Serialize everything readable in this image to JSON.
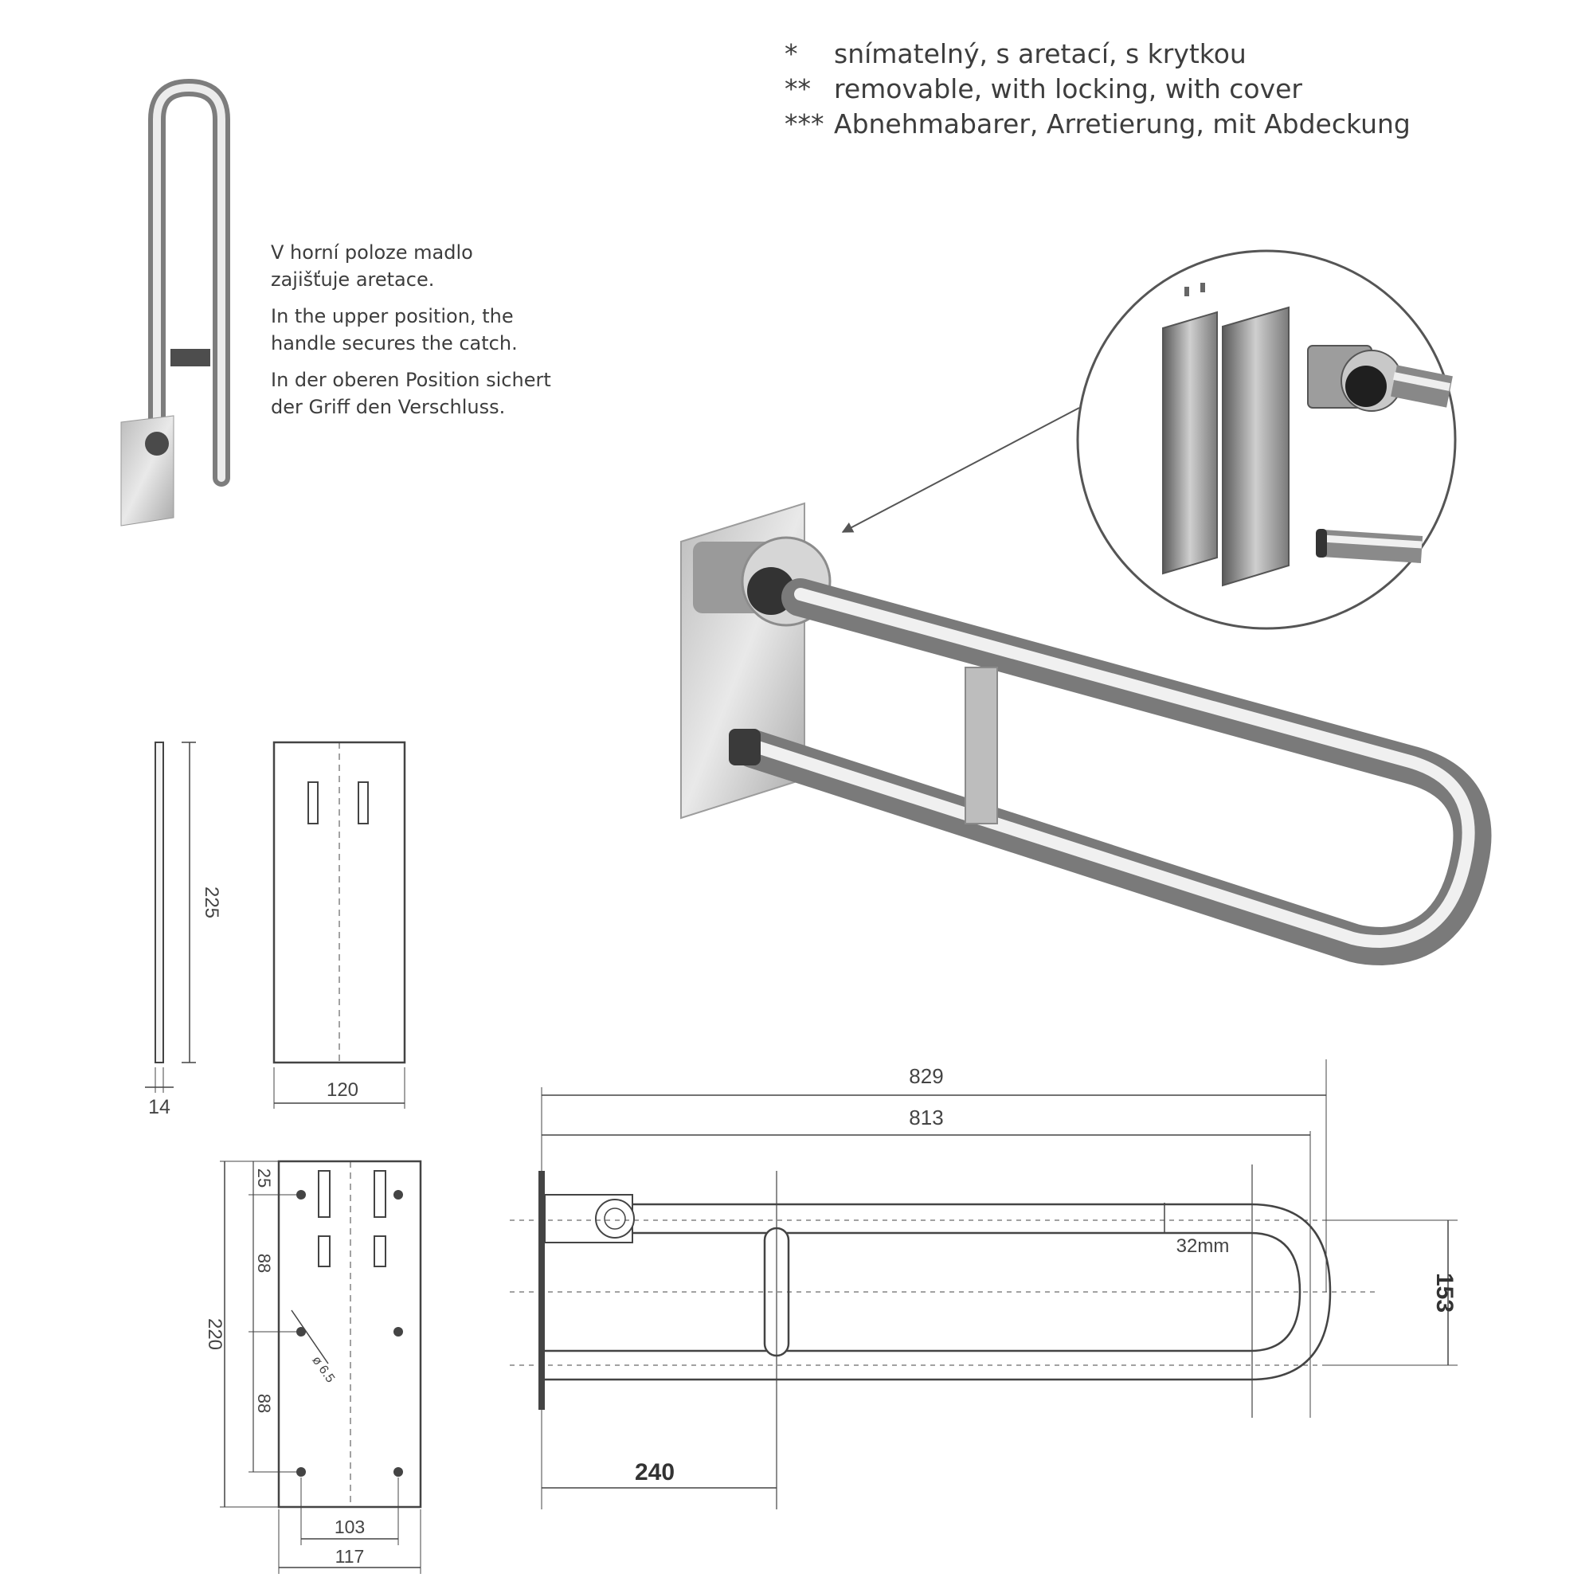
{
  "notes": [
    {
      "mark": "*",
      "text": "snímatelný, s aretací, s krytkou"
    },
    {
      "mark": "**",
      "text": "removable, with locking, with cover"
    },
    {
      "mark": "***",
      "text": "Abnehmabarer, Arretierung, mit Abdeckung"
    }
  ],
  "caption": {
    "cz_line1": "V horní poloze madlo",
    "cz_line2": "zajišťuje aretace.",
    "en_line1": "In the upper position, the",
    "en_line2": "handle secures the catch.",
    "de_line1": "In der oberen Position sichert",
    "de_line2": "der Griff den Verschluss."
  },
  "cover_dims": {
    "height": "225",
    "thickness": "14",
    "width": "120"
  },
  "plate_dims": {
    "height": "220",
    "top_offset": "25",
    "spacing_upper": "88",
    "spacing_lower": "88",
    "hole_spacing": "103",
    "width": "117",
    "tube_label": "ø 6.5"
  },
  "side_dims": {
    "overall_length": "829",
    "inner_length": "813",
    "tube_diameter": "32mm",
    "width": "153",
    "support_offset": "240"
  },
  "colors": {
    "line": "#444444",
    "dim_line": "#555555",
    "steel_light": "#e8e8e8",
    "steel_dark": "#6f6f6f",
    "plate": "#d9d9d9"
  }
}
